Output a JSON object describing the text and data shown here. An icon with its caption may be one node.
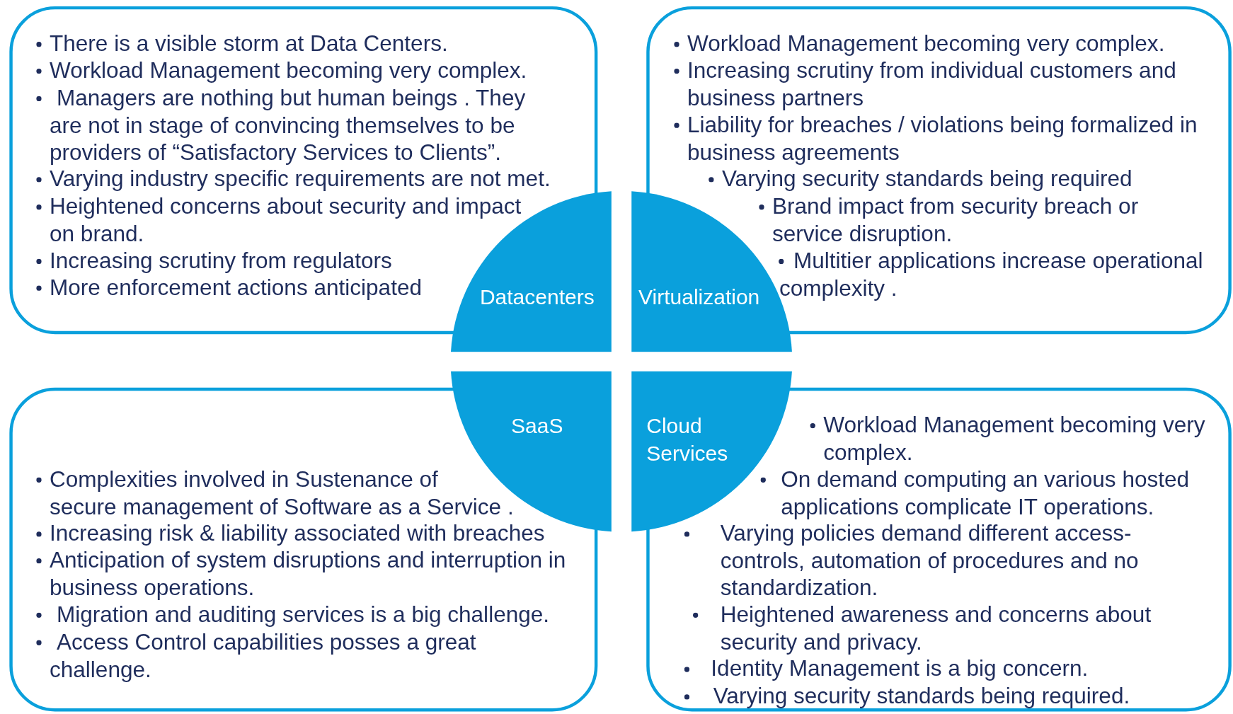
{
  "diagram": {
    "nodes": [
      {
        "text": [
          "There is a visible storm at Data Centers.",
          "Workload Management becoming very complex.",
          "Managers are nothing but human beings . They are not in stage of convincing themselves to be providers of “Satisfactory Services to Clients”.",
          "Varying industry specific requirements are not met.",
          "Heightened concerns about security and impact on brand.",
          "Increasing scrutiny from regulators",
          "More enforcement actions anticipated"
        ]
      },
      {
        "text": [
          "Workload Management becoming very complex.",
          "Increasing scrutiny from individual customers and business partners",
          "Liability for breaches / violations being formalized in business agreements",
          "Varying security standards being required",
          "Brand impact from security breach or service disruption.",
          "Multitier applications increase operational complexity ."
        ]
      },
      {
        "text": [
          "Complexities involved in Sustenance of secure management of Software as a Service .",
          "Increasing risk & liability associated with breaches",
          "Anticipation of system disruptions and interruption in business operations.",
          "Migration and auditing services is a big challenge.",
          "Access Control capabilities posses a great challenge."
        ]
      },
      {
        "text": [
          "Workload Management becoming very complex.",
          "On demand computing an various hosted applications complicate IT operations.",
          "Varying policies demand different access-controls, automation of procedures and no standardization.",
          "Heightened awareness and concerns about security and privacy.",
          "Identity Management is a big concern.",
          "Varying security standards being required."
        ]
      },
      {
        "text": [
          "Datacenters"
        ]
      },
      {
        "text": [
          "Virtualization"
        ]
      },
      {
        "text": [
          "SaaS"
        ]
      },
      {
        "text": [
          "Cloud Services"
        ]
      }
    ]
  }
}
